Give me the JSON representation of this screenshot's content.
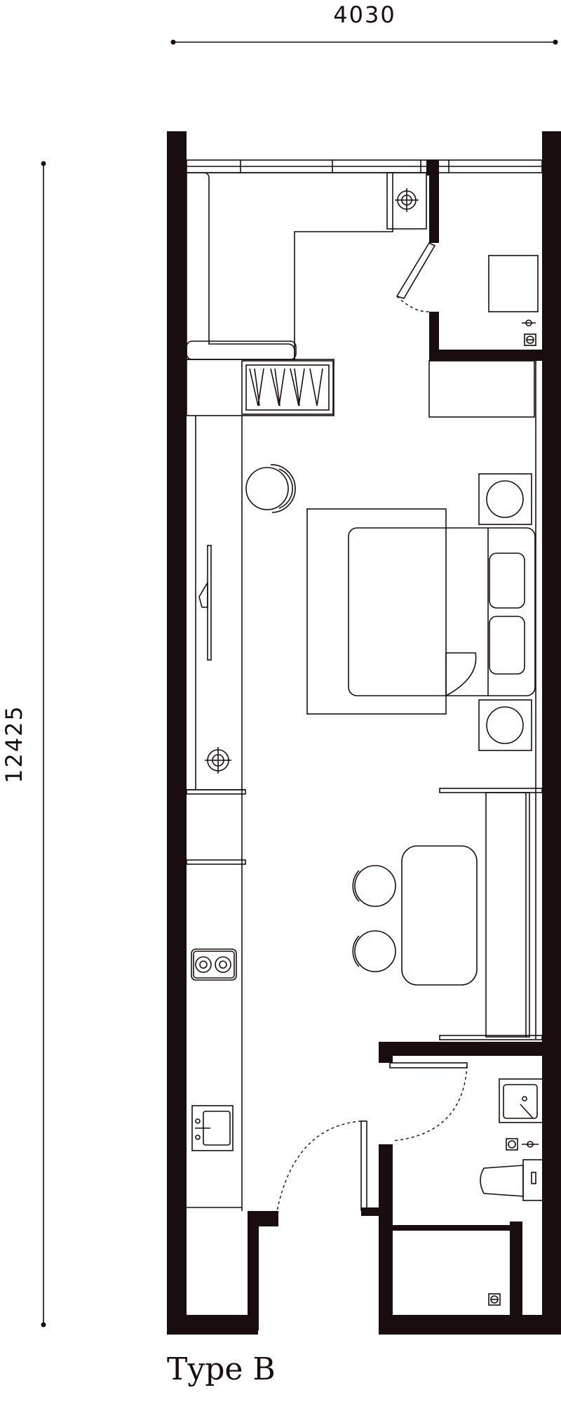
{
  "plan": {
    "type_label": "Type B",
    "width_dimension": "4030",
    "height_dimension": "12425"
  }
}
